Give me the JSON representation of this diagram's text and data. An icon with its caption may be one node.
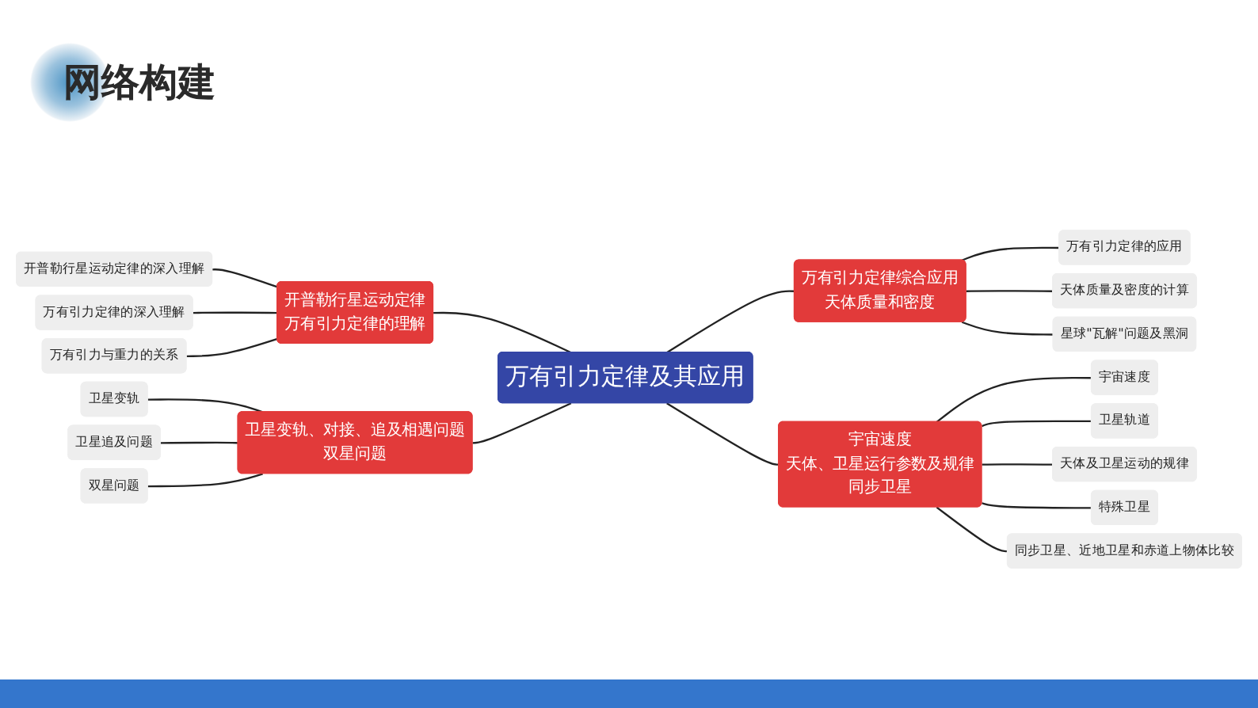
{
  "diagram": {
    "title": "网络构建",
    "nodes": [
      {
        "text": [
          "万有引力定律及其应用"
        ]
      },
      {
        "text": [
          "开普勒行星运动定律",
          "万有引力定律的理解"
        ]
      },
      {
        "text": [
          "万有引力定律综合应用",
          "天体质量和密度"
        ]
      },
      {
        "text": [
          "卫星变轨、对接、追及相遇问题",
          "双星问题"
        ]
      },
      {
        "text": [
          "宇宙速度",
          "天体、卫星运行参数及规律",
          "同步卫星"
        ]
      },
      {
        "text": [
          "开普勒行星运动定律的深入理解"
        ]
      },
      {
        "text": [
          "万有引力定律的深入理解"
        ]
      },
      {
        "text": [
          "万有引力与重力的关系"
        ]
      },
      {
        "text": [
          "万有引力定律的应用"
        ]
      },
      {
        "text": [
          "天体质量及密度的计算"
        ]
      },
      {
        "text": [
          "星球\"瓦解\"问题及黑洞"
        ]
      },
      {
        "text": [
          "卫星变轨"
        ]
      },
      {
        "text": [
          "卫星追及问题"
        ]
      },
      {
        "text": [
          "双星问题"
        ]
      },
      {
        "text": [
          "宇宙速度"
        ]
      },
      {
        "text": [
          "卫星轨道"
        ]
      },
      {
        "text": [
          "天体及卫星运动的规律"
        ]
      },
      {
        "text": [
          "特殊卫星"
        ]
      },
      {
        "text": [
          "同步卫星、近地卫星和赤道上物体比较"
        ]
      }
    ],
    "edges": [
      {
        "from": 1,
        "to": 0,
        "arrow": "none"
      },
      {
        "from": 0,
        "to": 2,
        "arrow": "none"
      },
      {
        "from": 3,
        "to": 0,
        "arrow": "none"
      },
      {
        "from": 0,
        "to": 4,
        "arrow": "none"
      },
      {
        "from": 5,
        "to": 1,
        "arrow": "none"
      },
      {
        "from": 6,
        "to": 1,
        "arrow": "none"
      },
      {
        "from": 7,
        "to": 1,
        "arrow": "none"
      },
      {
        "from": 2,
        "to": 8,
        "arrow": "none"
      },
      {
        "from": 2,
        "to": 9,
        "arrow": "none"
      },
      {
        "from": 2,
        "to": 10,
        "arrow": "none"
      },
      {
        "from": 11,
        "to": 3,
        "arrow": "none"
      },
      {
        "from": 12,
        "to": 3,
        "arrow": "none"
      },
      {
        "from": 13,
        "to": 3,
        "arrow": "none"
      },
      {
        "from": 4,
        "to": 14,
        "arrow": "none"
      },
      {
        "from": 4,
        "to": 15,
        "arrow": "none"
      },
      {
        "from": 4,
        "to": 16,
        "arrow": "none"
      },
      {
        "from": 4,
        "to": 17,
        "arrow": "none"
      },
      {
        "from": 4,
        "to": 18,
        "arrow": "none"
      }
    ]
  }
}
